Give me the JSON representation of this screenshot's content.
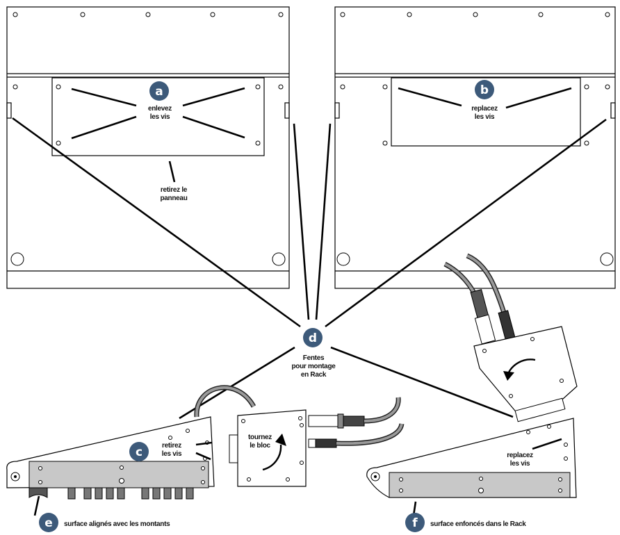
{
  "colors": {
    "badge": "#3d5a7a",
    "panel_grey": "#c8c8c8",
    "cable_grey": "#9a9a9a",
    "line": "#000000"
  },
  "steps": {
    "a": {
      "badge": "a",
      "label_line1": "enlevez",
      "label_line2": "les vis"
    },
    "b": {
      "badge": "b",
      "label_line1": "replacez",
      "label_line2": "les vis"
    },
    "c": {
      "badge": "c",
      "label_line1": "retirez",
      "label_line2": "les vis"
    },
    "d": {
      "badge": "d",
      "label_line1": "Fentes",
      "label_line2": "pour montage",
      "label_line3": "en Rack"
    },
    "e": {
      "badge": "e",
      "label": "surface alignés avec les montants"
    },
    "f": {
      "badge": "f",
      "label": "surface enfoncés dans le Rack"
    }
  },
  "panel_note": {
    "line1": "retirez le",
    "line2": "panneau"
  },
  "block_note": {
    "line1": "tournez",
    "line2": "le bloc"
  },
  "screws_right": {
    "line1": "replacez",
    "line2": "les vis"
  }
}
